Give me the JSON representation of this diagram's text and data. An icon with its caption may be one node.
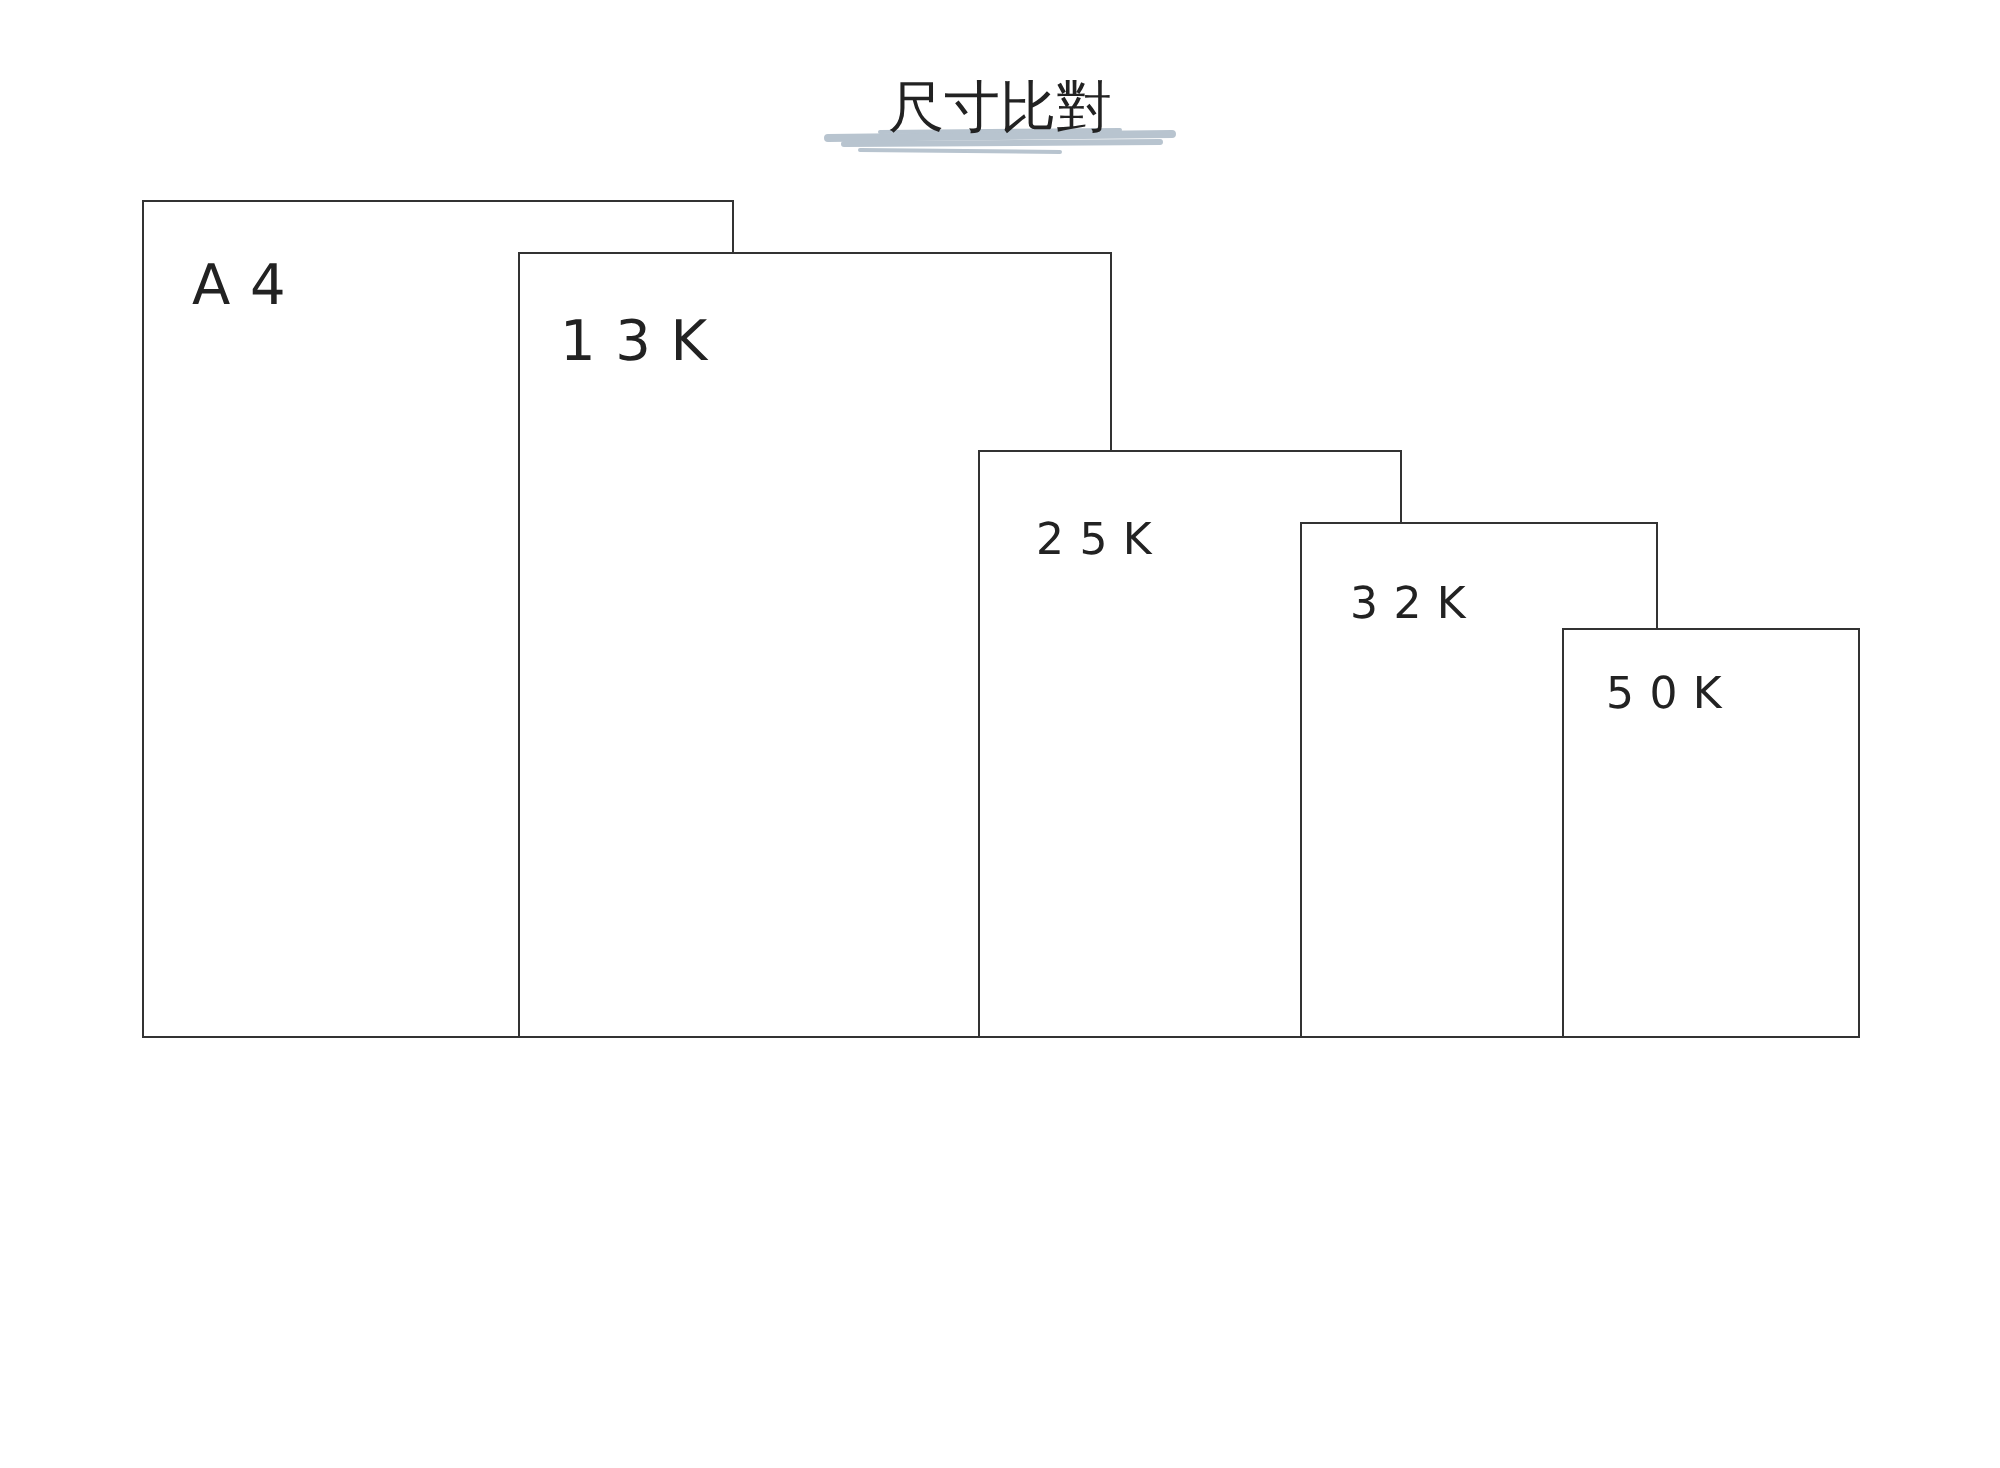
{
  "diagram": {
    "title": "尺寸比對",
    "nodes": [
      {
        "text": [
          "A4"
        ]
      },
      {
        "text": [
          "13K"
        ]
      },
      {
        "text": [
          "25K"
        ]
      },
      {
        "text": [
          "32K"
        ]
      },
      {
        "text": [
          "50K"
        ]
      }
    ]
  }
}
